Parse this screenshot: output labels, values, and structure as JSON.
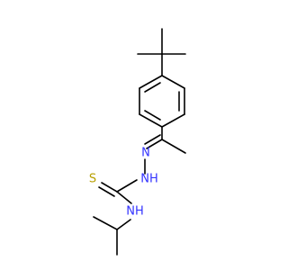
{
  "diagram": {
    "type": "skeletal-structure",
    "colors": {
      "bond": "#000000",
      "nitrogen": "#3333ff",
      "sulfur": "#b8a000",
      "background": "#ffffff"
    },
    "labels": {
      "n_imine": "N",
      "nh_hydrazine": "NH",
      "s_thione": "S",
      "nh_amine": "NH"
    }
  }
}
